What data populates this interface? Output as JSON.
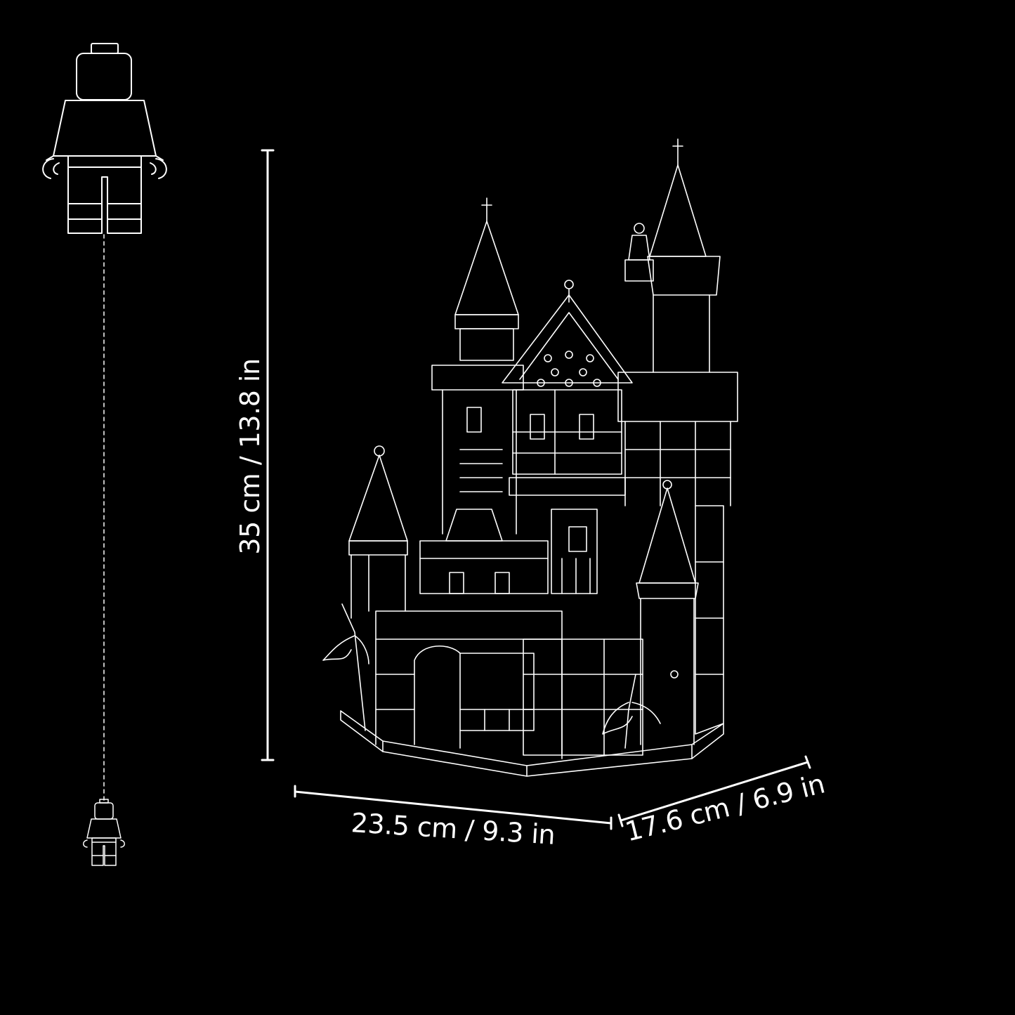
{
  "dimensions": {
    "height_label": "35 cm / 13.8 in",
    "width_label": "23.5 cm / 9.3 in",
    "depth_label": "17.6 cm / 6.9 in"
  },
  "colors": {
    "background": "#000000",
    "line": "#ffffff"
  },
  "icons": {
    "large_figure": "minifigure-outline-icon",
    "small_figure": "minifigure-icon",
    "model": "castle-outline-illustration"
  }
}
